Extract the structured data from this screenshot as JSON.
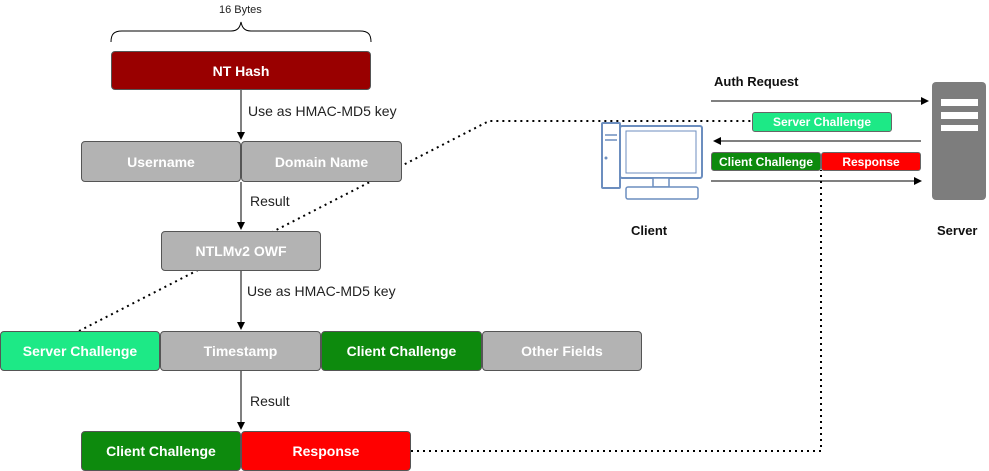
{
  "colors": {
    "nt_hash": "#990000",
    "grey_field": "#b3b3b3",
    "server_challenge": "#1de986",
    "client_challenge": "#0d8a0d",
    "response": "#ff0000"
  },
  "left": {
    "bytes_label": "16 Bytes",
    "nt_hash": "NT Hash",
    "hmac_key_label_1": "Use as HMAC-MD5 key",
    "username": "Username",
    "domain_name": "Domain Name",
    "result_label_1": "Result",
    "ntlmv2_owf": "NTLMv2 OWF",
    "hmac_key_label_2": "Use as HMAC-MD5 key",
    "server_challenge": "Server Challenge",
    "timestamp": "Timestamp",
    "client_challenge": "Client Challenge",
    "other_fields": "Other Fields",
    "result_label_2": "Result",
    "client_challenge_out": "Client Challenge",
    "response": "Response"
  },
  "right": {
    "auth_request": "Auth Request",
    "server_challenge": "Server Challenge",
    "client_challenge": "Client Challenge",
    "response": "Response",
    "client_label": "Client",
    "server_label": "Server",
    "client_icon": "computer-icon",
    "server_icon": "server-icon"
  }
}
